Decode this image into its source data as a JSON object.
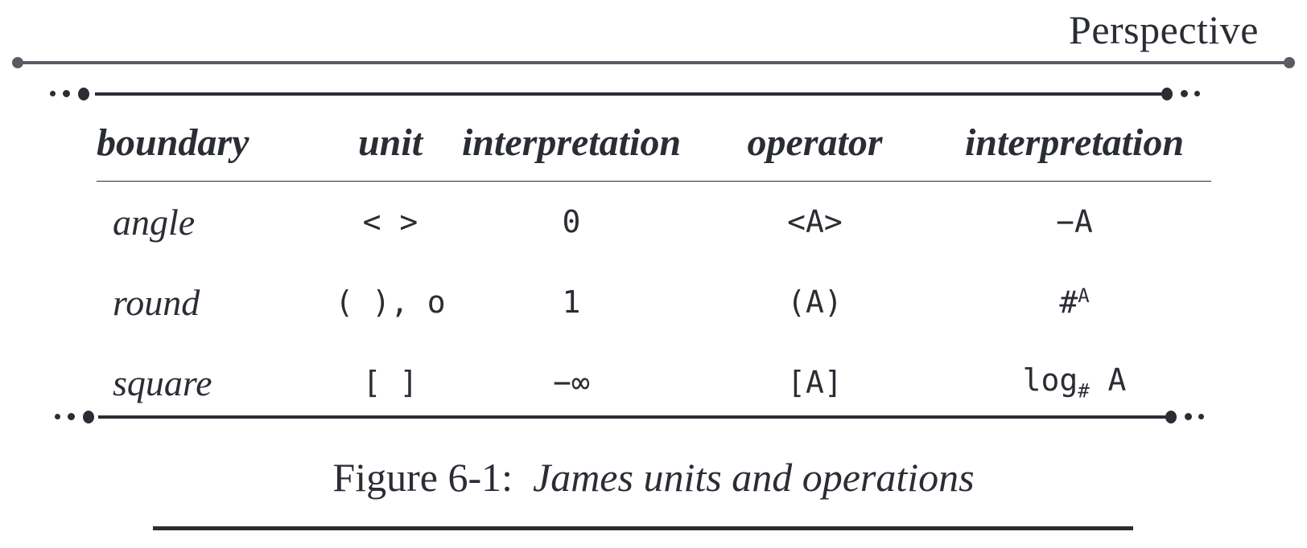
{
  "header": {
    "title": "Perspective"
  },
  "table": {
    "columns": [
      "boundary",
      "unit",
      "interpretation",
      "operator",
      "interpretation"
    ],
    "rows": [
      {
        "boundary": "angle",
        "unit": "< >",
        "unit_interp": "0",
        "operator": "<A>",
        "op_interp": "−A",
        "op_interp_script": ""
      },
      {
        "boundary": "round",
        "unit": "( ), o",
        "unit_interp": "1",
        "operator": "(A)",
        "op_interp": "#",
        "op_interp_script": "A"
      },
      {
        "boundary": "square",
        "unit": "[ ]",
        "unit_interp": "−∞",
        "operator": "[A]",
        "op_interp": "log",
        "op_interp_script": "#",
        "op_interp_tail": " A"
      }
    ]
  },
  "caption": {
    "label": "Figure 6-1:",
    "description": "James units and operations"
  },
  "colors": {
    "ink": "#2b2d35",
    "header_rule": "#5a5c63"
  }
}
